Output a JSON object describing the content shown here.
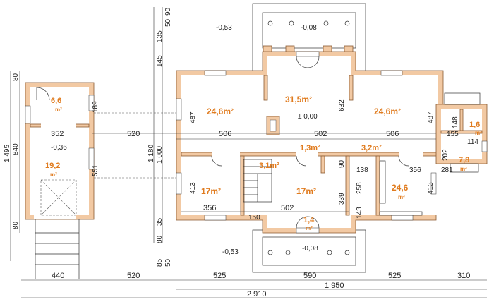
{
  "rooms": [
    {
      "id": "garage-storage",
      "area": "6,6",
      "unit": "m²"
    },
    {
      "id": "garage",
      "area": "19,2",
      "unit": "m²"
    },
    {
      "id": "room-west",
      "area": "24,6m²"
    },
    {
      "id": "living",
      "area": "31,5m²"
    },
    {
      "id": "room-east",
      "area": "24,6m²"
    },
    {
      "id": "bath-1",
      "area": "1,3m²"
    },
    {
      "id": "hall",
      "area": "3,1m²"
    },
    {
      "id": "pantry",
      "area": "3,2m²"
    },
    {
      "id": "room-sw",
      "area": "17m²"
    },
    {
      "id": "room-center",
      "area": "17m²"
    },
    {
      "id": "kitchen",
      "area": "24,6",
      "unit": "m²"
    },
    {
      "id": "entry",
      "area": "1,4",
      "unit": "m²"
    },
    {
      "id": "wc-east",
      "area": "1,6",
      "unit": "m²"
    },
    {
      "id": "utility-east",
      "area": "7,8",
      "unit": "m²"
    }
  ],
  "levels": [
    "-0,53",
    "-0,08",
    "± 0,00",
    "-0,36",
    "-0,53",
    "-0,08"
  ],
  "dims_top_vertical": [
    "90",
    "50",
    "135",
    "145"
  ],
  "dims_left": [
    "80",
    "189",
    "352",
    "551",
    "80",
    "840",
    "1 495"
  ],
  "dims_inner": [
    "487",
    "506",
    "502",
    "506",
    "487",
    "632",
    "520",
    "1 180",
    "1 000",
    "413",
    "356",
    "502",
    "150",
    "339",
    "138",
    "258",
    "143",
    "356",
    "202",
    "281",
    "148",
    "155",
    "114",
    "413",
    "90",
    "35",
    "80",
    "85",
    "50"
  ],
  "dims_bottom": [
    "440",
    "520",
    "525",
    "590",
    "525",
    "310",
    "1 950",
    "2 910"
  ]
}
